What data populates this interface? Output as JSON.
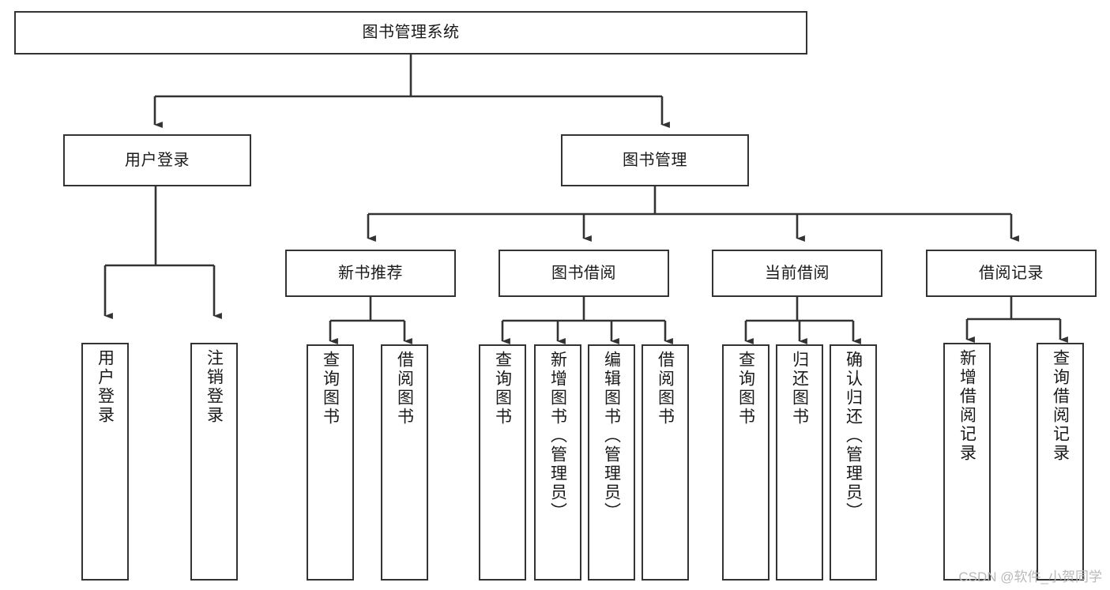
{
  "diagram": {
    "title": "图书管理系统",
    "type": "tree-hierarchy-diagram",
    "watermark": "CSDN @软件_小贺同学",
    "colors": {
      "stroke": "#333333",
      "fill": "#ffffff",
      "text": "#1a1a1a",
      "watermark": "#b9b9b9"
    },
    "nodes": {
      "root": {
        "label": "图书管理系统"
      },
      "level2": [
        {
          "id": "user-login",
          "label": "用户登录"
        },
        {
          "id": "book-management",
          "label": "图书管理"
        }
      ],
      "level3": [
        {
          "id": "new-book-recommend",
          "label": "新书推荐"
        },
        {
          "id": "book-borrow",
          "label": "图书借阅"
        },
        {
          "id": "current-borrow",
          "label": "当前借阅"
        },
        {
          "id": "borrow-record",
          "label": "借阅记录"
        }
      ],
      "leaves": {
        "user-login": [
          {
            "id": "leaf-user-login",
            "label": "用户登录"
          },
          {
            "id": "leaf-logout",
            "label": "注销登录"
          }
        ],
        "new-book-recommend": [
          {
            "id": "leaf-query-book-1",
            "label": "查询图书"
          },
          {
            "id": "leaf-borrow-book-1",
            "label": "借阅图书"
          }
        ],
        "book-borrow": [
          {
            "id": "leaf-query-book-2",
            "label": "查询图书"
          },
          {
            "id": "leaf-add-book",
            "label": "新增图书（管理员）"
          },
          {
            "id": "leaf-edit-book",
            "label": "编辑图书（管理员）"
          },
          {
            "id": "leaf-borrow-book-2",
            "label": "借阅图书"
          }
        ],
        "current-borrow": [
          {
            "id": "leaf-query-book-3",
            "label": "查询图书"
          },
          {
            "id": "leaf-return-book",
            "label": "归还图书"
          },
          {
            "id": "leaf-confirm-return",
            "label": "确认归还（管理员）"
          }
        ],
        "borrow-record": [
          {
            "id": "leaf-add-record",
            "label": "新增借阅记录"
          },
          {
            "id": "leaf-query-record",
            "label": "查询借阅记录"
          }
        ]
      }
    }
  }
}
